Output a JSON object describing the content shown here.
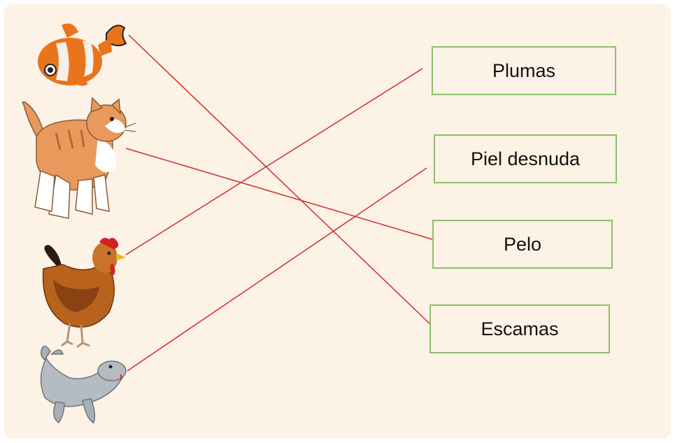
{
  "exercise": {
    "background": "#fdf2e6",
    "line_color": "#d22b2b",
    "box_border": "#8fbf6e",
    "animals": [
      {
        "id": "fish",
        "icon": "clownfish-icon"
      },
      {
        "id": "cat",
        "icon": "cat-icon"
      },
      {
        "id": "hen",
        "icon": "hen-icon"
      },
      {
        "id": "seal",
        "icon": "seal-icon"
      }
    ],
    "labels": [
      {
        "id": "plumas",
        "text": "Plumas"
      },
      {
        "id": "piel",
        "text": "Piel desnuda"
      },
      {
        "id": "pelo",
        "text": "Pelo"
      },
      {
        "id": "escamas",
        "text": "Escamas"
      }
    ],
    "matches": [
      {
        "animal": "fish",
        "label": "escamas"
      },
      {
        "animal": "cat",
        "label": "pelo"
      },
      {
        "animal": "hen",
        "label": "plumas"
      },
      {
        "animal": "seal",
        "label": "piel"
      }
    ]
  }
}
